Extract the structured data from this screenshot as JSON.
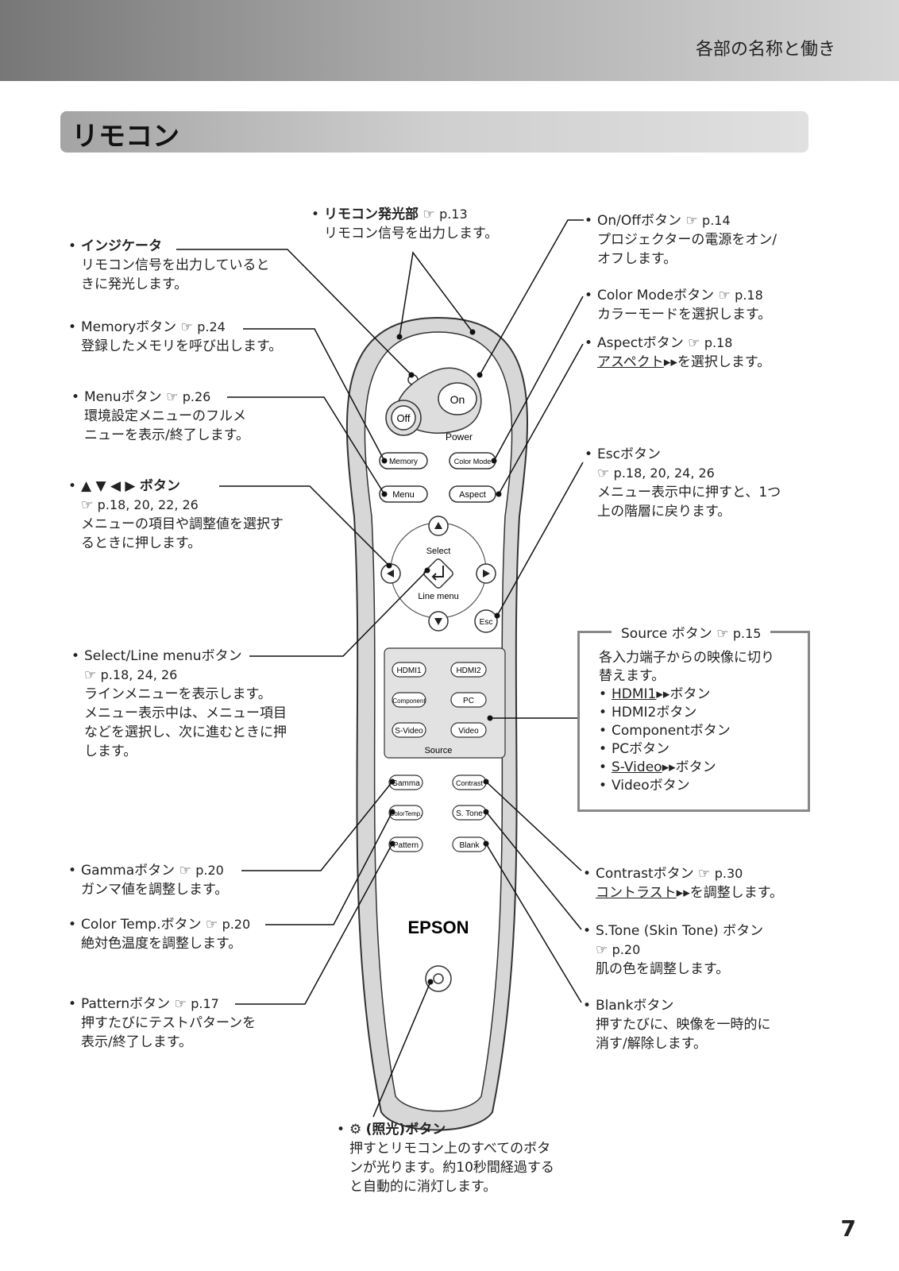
{
  "header": {
    "title": "各部の名称と働き"
  },
  "section": {
    "title": "リモコン"
  },
  "callouts": {
    "indicator": {
      "label": "インジケータ",
      "desc1": "リモコン信号を出力していると",
      "desc2": "きに発光します。"
    },
    "emitter": {
      "label": "リモコン発光部",
      "ref": "p.13",
      "desc1": "リモコン信号を出力します。"
    },
    "onoff": {
      "label": "On/Offボタン",
      "ref": "p.14",
      "desc1": "プロジェクターの電源をオン/",
      "desc2": "オフします。"
    },
    "memory": {
      "label": "Memoryボタン",
      "ref": "p.24",
      "desc1": "登録したメモリを呼び出します。"
    },
    "colormode": {
      "label": "Color Modeボタン",
      "ref": "p.18",
      "desc1": "カラーモードを選択します。"
    },
    "aspect": {
      "label": "Aspectボタン",
      "ref": "p.18",
      "desc_link": "アスペクト",
      "desc_rest": "を選択します。"
    },
    "menu": {
      "label": "Menuボタン",
      "ref": "p.26",
      "desc1": "環境設定メニューのフルメ",
      "desc2": "ニューを表示/終了します。"
    },
    "esc": {
      "label": "Escボタン",
      "ref": "p.18, 20, 24, 26",
      "desc1": "メニュー表示中に押すと、1つ",
      "desc2": "上の階層に戻ります。"
    },
    "arrows": {
      "label": "ボタン",
      "ref": "p.18, 20, 22, 26",
      "desc1": "メニューの項目や調整値を選択す",
      "desc2": "るときに押します。"
    },
    "select": {
      "label": "Select/Line menuボタン",
      "ref": "p.18, 24, 26",
      "desc1": "ラインメニューを表示します。",
      "desc2": "メニュー表示中は、メニュー項目",
      "desc3": "などを選択し、次に進むときに押",
      "desc4": "します。"
    },
    "gamma": {
      "label": "Gammaボタン",
      "ref": "p.20",
      "desc1": "ガンマ値を調整します。"
    },
    "colortemp": {
      "label": "Color Temp.ボタン",
      "ref": "p.20",
      "desc1": "絶対色温度を調整します。"
    },
    "pattern": {
      "label": "Patternボタン",
      "ref": "p.17",
      "desc1": "押すたびにテストパターンを",
      "desc2": "表示/終了します。"
    },
    "contrast": {
      "label": "Contrastボタン",
      "ref": "p.30",
      "desc_link": "コントラスト",
      "desc_rest": "を調整します。"
    },
    "stone": {
      "label": "S.Tone (Skin Tone) ボタン",
      "ref": "p.20",
      "desc1": "肌の色を調整します。"
    },
    "blank": {
      "label": "Blankボタン",
      "desc1": "押すたびに、映像を一時的に",
      "desc2": "消す/解除します。"
    },
    "light": {
      "label": "(照光)ボタン",
      "desc1": "押すとリモコン上のすべてのボタ",
      "desc2": "ンが光ります。約10秒間経過する",
      "desc3": "と自動的に消灯します。"
    }
  },
  "source_box": {
    "title": "Source ボタン",
    "ref": "p.15",
    "desc1": "各入力端子からの映像に切り",
    "desc2": "替えます。",
    "items": [
      {
        "link": "HDMI1",
        "rest": "ボタン"
      },
      {
        "link": "",
        "rest": "HDMI2ボタン"
      },
      {
        "link": "",
        "rest": "Componentボタン"
      },
      {
        "link": "",
        "rest": "PCボタン"
      },
      {
        "link": "S-Video",
        "rest": "ボタン"
      },
      {
        "link": "",
        "rest": "Videoボタン"
      }
    ]
  },
  "remote": {
    "on": "On",
    "off": "Off",
    "power": "Power",
    "memory": "Memory",
    "colormode": "Color Mode",
    "menu": "Menu",
    "aspect": "Aspect",
    "select": "Select",
    "linemenu": "Line menu",
    "esc": "Esc",
    "hdmi1": "HDMI1",
    "hdmi2": "HDMI2",
    "component": "Component",
    "pc": "PC",
    "svideo": "S-Video",
    "video": "Video",
    "source": "Source",
    "gamma": "Gamma",
    "contrast": "Contrast",
    "colortemp": "ColorTemp.",
    "stone": "S. Tone",
    "pattern": "Pattern",
    "blank": "Blank",
    "brand": "EPSON"
  },
  "page_number": "7"
}
